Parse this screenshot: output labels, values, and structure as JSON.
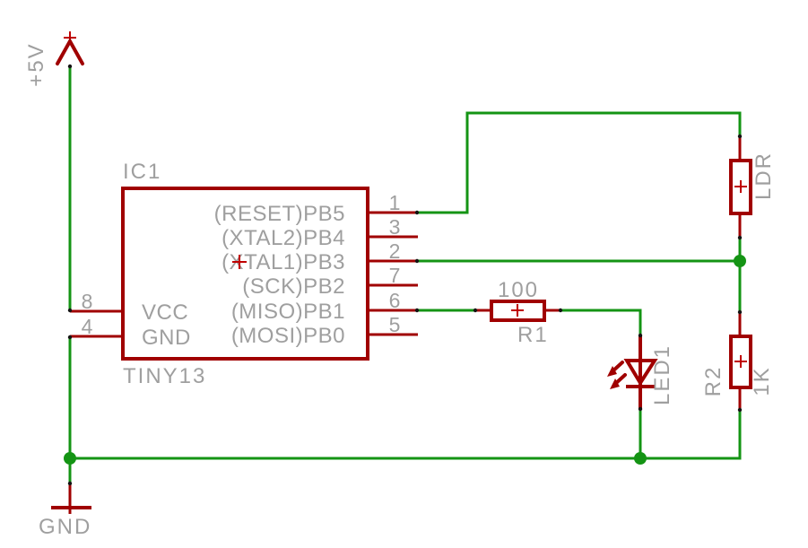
{
  "schematic": {
    "power_net": {
      "label": "+5V"
    },
    "ground_symbol": {
      "label": "GND"
    },
    "ic1": {
      "ref": "IC1",
      "part": "TINY13",
      "left_pins": [
        {
          "num": "8",
          "name": "VCC"
        },
        {
          "num": "4",
          "name": "GND"
        }
      ],
      "right_pins": [
        {
          "num": "1",
          "name": "(RESET)PB5"
        },
        {
          "num": "3",
          "name": "(XTAL2)PB4"
        },
        {
          "num": "2",
          "name": "(XTAL1)PB3"
        },
        {
          "num": "7",
          "name": "(SCK)PB2"
        },
        {
          "num": "6",
          "name": "(MISO)PB1"
        },
        {
          "num": "5",
          "name": "(MOSI)PB0"
        }
      ]
    },
    "r1": {
      "ref": "R1",
      "value": "100"
    },
    "r2": {
      "ref": "R2",
      "value": "1K"
    },
    "ldr": {
      "ref": "LDR"
    },
    "led1": {
      "ref": "LED1"
    },
    "colors": {
      "wire": "#149414",
      "symbol": "#A00000",
      "cross": "#C00000",
      "label": "#9F9F9F"
    }
  }
}
